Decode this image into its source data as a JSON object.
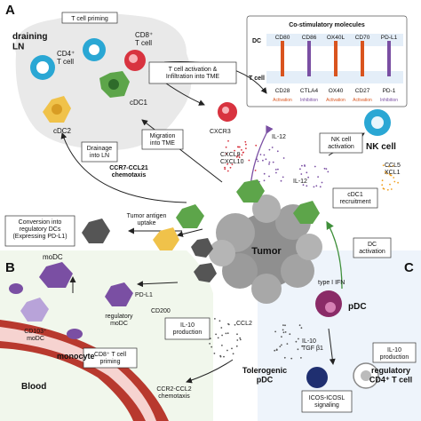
{
  "panels": {
    "a": "A",
    "b": "B",
    "c": "C"
  },
  "lymph_node": {
    "title": "draining\nLN",
    "cd4": "CD4⁺\nT cell",
    "cd8": "CD8⁺\nT cell",
    "priming": "T cell priming",
    "cdc1": "cDC1",
    "cdc2": "cDC2"
  },
  "costim": {
    "title": "Co-stimulatory molecules",
    "dc": "DC",
    "tcell": "T cell",
    "dc_top": [
      "CD80",
      "CD86",
      "OX40L",
      "CD70",
      "PD-L1"
    ],
    "tcell_bottom": [
      "CD28",
      "CTLA4",
      "OX40",
      "CD27",
      "PD-1"
    ],
    "effects": [
      "Activation",
      "Inhibition",
      "Activation",
      "Activation",
      "Inhibition"
    ],
    "colors": {
      "activation": "#d9541e",
      "inhibition": "#7a4fa3"
    }
  },
  "labels": {
    "tcell_activation": "T cell activation &\nInfiltration into TME",
    "cxcr3": "CXCR3",
    "il12_top": "IL-12",
    "cxcl": "CXCL9\nCXCL10",
    "migration": "Migration\ninto TME",
    "ccr7": "CCR7-CCL21\nchemotaxis",
    "drainage": "Drainage\ninto LN",
    "nk_activation": "NK cell\nactivation",
    "nk_cell": "NK cell",
    "il12_mid": "IL-12",
    "ccl5": "CCL5\nXCL1",
    "cdc1_recruit": "cDC1\nrecruitment",
    "tumor_antigen": "Tumor antigen\nuptake",
    "conversion": "Conversion into\nregulatory DCs\n(Expressing PD-L1)",
    "tumor": "Tumor",
    "dc_activation": "DC\nactivation",
    "type1ifn": "type I IFN",
    "pdc": "pDC",
    "modc": "moDC",
    "pdl1": "PD-L1",
    "cd200": "CD200",
    "regulatory_modc": "regulatory\nmoDC",
    "il10_prod_b": "IL-10\nproduction",
    "cd103": "CD103⁺\nmoDC",
    "cd8_priming": "CD8⁺ T cell\npriming",
    "ccl2": "CCL2",
    "il10_tgf": "IL-10\nTGF β1",
    "monocyte": "monocyte",
    "blood": "Blood",
    "ccr2": "CCR2-CCL2\nchemotaxis",
    "tolerogenic": "Tolerogenic\npDC",
    "il10_prod_c": "IL-10\nproduction",
    "regulatory_t": "regulatory\nCD4⁺ T cell",
    "icos": "ICOS-ICOSL\nsignaling"
  },
  "colors": {
    "panel_a_bg": "#ffffff",
    "panel_b_bg": "#f1f7ec",
    "panel_c_bg": "#eef4fb",
    "ln_bg": "#e9e9e9",
    "tumor": "#9a9a9a",
    "blood_vessel": "#b8392e",
    "dc_green": "#5da54a",
    "tcell_red": "#d8333f",
    "tcell_blue": "#2aa7d4",
    "dc_yellow": "#f0c24a",
    "modc_purple": "#7a4fa3",
    "pdc_purple": "#8a2b67"
  }
}
